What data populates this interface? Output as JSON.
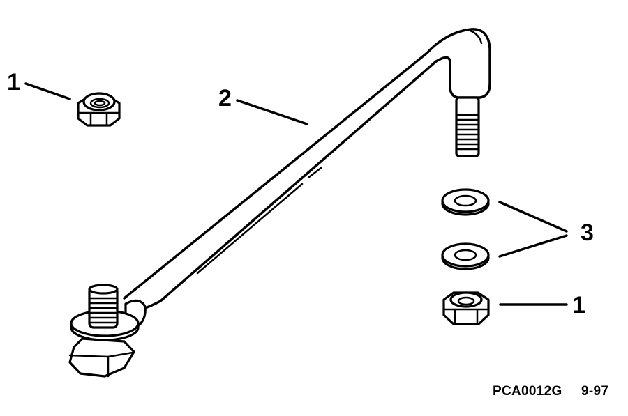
{
  "diagram": {
    "type": "exploded parts illustration",
    "callouts": [
      {
        "id": "callout-1-top",
        "label": "1",
        "part": "locknut"
      },
      {
        "id": "callout-2",
        "label": "2",
        "part": "steering link rod"
      },
      {
        "id": "callout-3",
        "label": "3",
        "part": "flat washers (x2)"
      },
      {
        "id": "callout-1-bottom",
        "label": "1",
        "part": "hex nut"
      }
    ],
    "figure_code": "PCA0012G",
    "figure_date": "9-97",
    "line_color": "#000000",
    "background": "#ffffff"
  }
}
